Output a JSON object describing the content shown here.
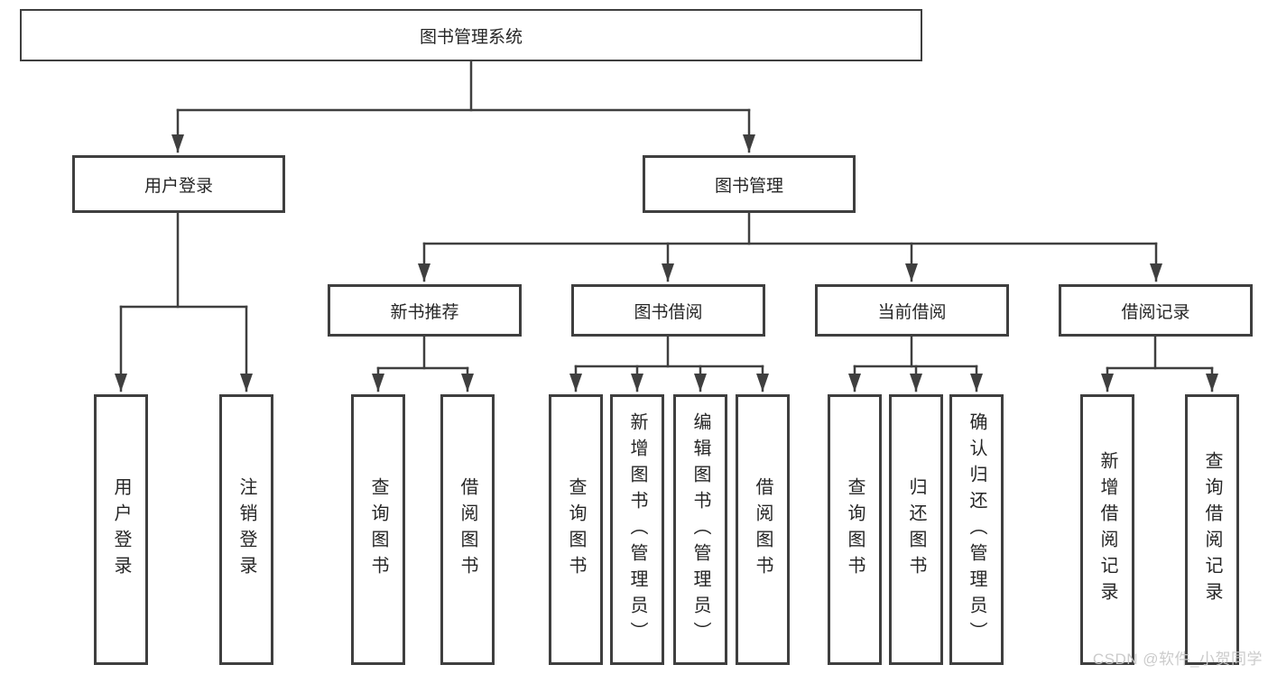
{
  "diagram_title": "图书管理系统",
  "watermark": "CSDN @软件_小贺同学",
  "colors": {
    "line": "#3f3f3f",
    "box_border": "#3f3f3f",
    "box_fill": "#ffffff",
    "text": "#262626",
    "watermark": "#c9c9c9",
    "background": "#ffffff"
  },
  "nodes": {
    "root": {
      "label": "图书管理系统"
    },
    "level2": [
      {
        "id": "user-login-group",
        "label": "用户登录"
      },
      {
        "id": "book-management",
        "label": "图书管理"
      }
    ],
    "level3": [
      {
        "id": "new-book-recommend",
        "label": "新书推荐"
      },
      {
        "id": "book-borrowing",
        "label": "图书借阅"
      },
      {
        "id": "current-borrowing",
        "label": "当前借阅"
      },
      {
        "id": "borrowing-records",
        "label": "借阅记录"
      }
    ],
    "level4": [
      {
        "id": "user-login",
        "label": "用户登录"
      },
      {
        "id": "logout",
        "label": "注销登录"
      },
      {
        "id": "recommend-query-book",
        "label": "查询图书"
      },
      {
        "id": "recommend-borrow-book",
        "label": "借阅图书"
      },
      {
        "id": "borrowing-query-book",
        "label": "查询图书"
      },
      {
        "id": "add-book-admin",
        "label": "新增图书（管理员）"
      },
      {
        "id": "edit-book-admin",
        "label": "编辑图书（管理员）"
      },
      {
        "id": "borrowing-borrow-book",
        "label": "借阅图书"
      },
      {
        "id": "current-query-book",
        "label": "查询图书"
      },
      {
        "id": "return-book",
        "label": "归还图书"
      },
      {
        "id": "confirm-return-admin",
        "label": "确认归还（管理员）"
      },
      {
        "id": "add-borrow-record",
        "label": "新增借阅记录"
      },
      {
        "id": "query-borrow-record",
        "label": "查询借阅记录"
      }
    ]
  }
}
